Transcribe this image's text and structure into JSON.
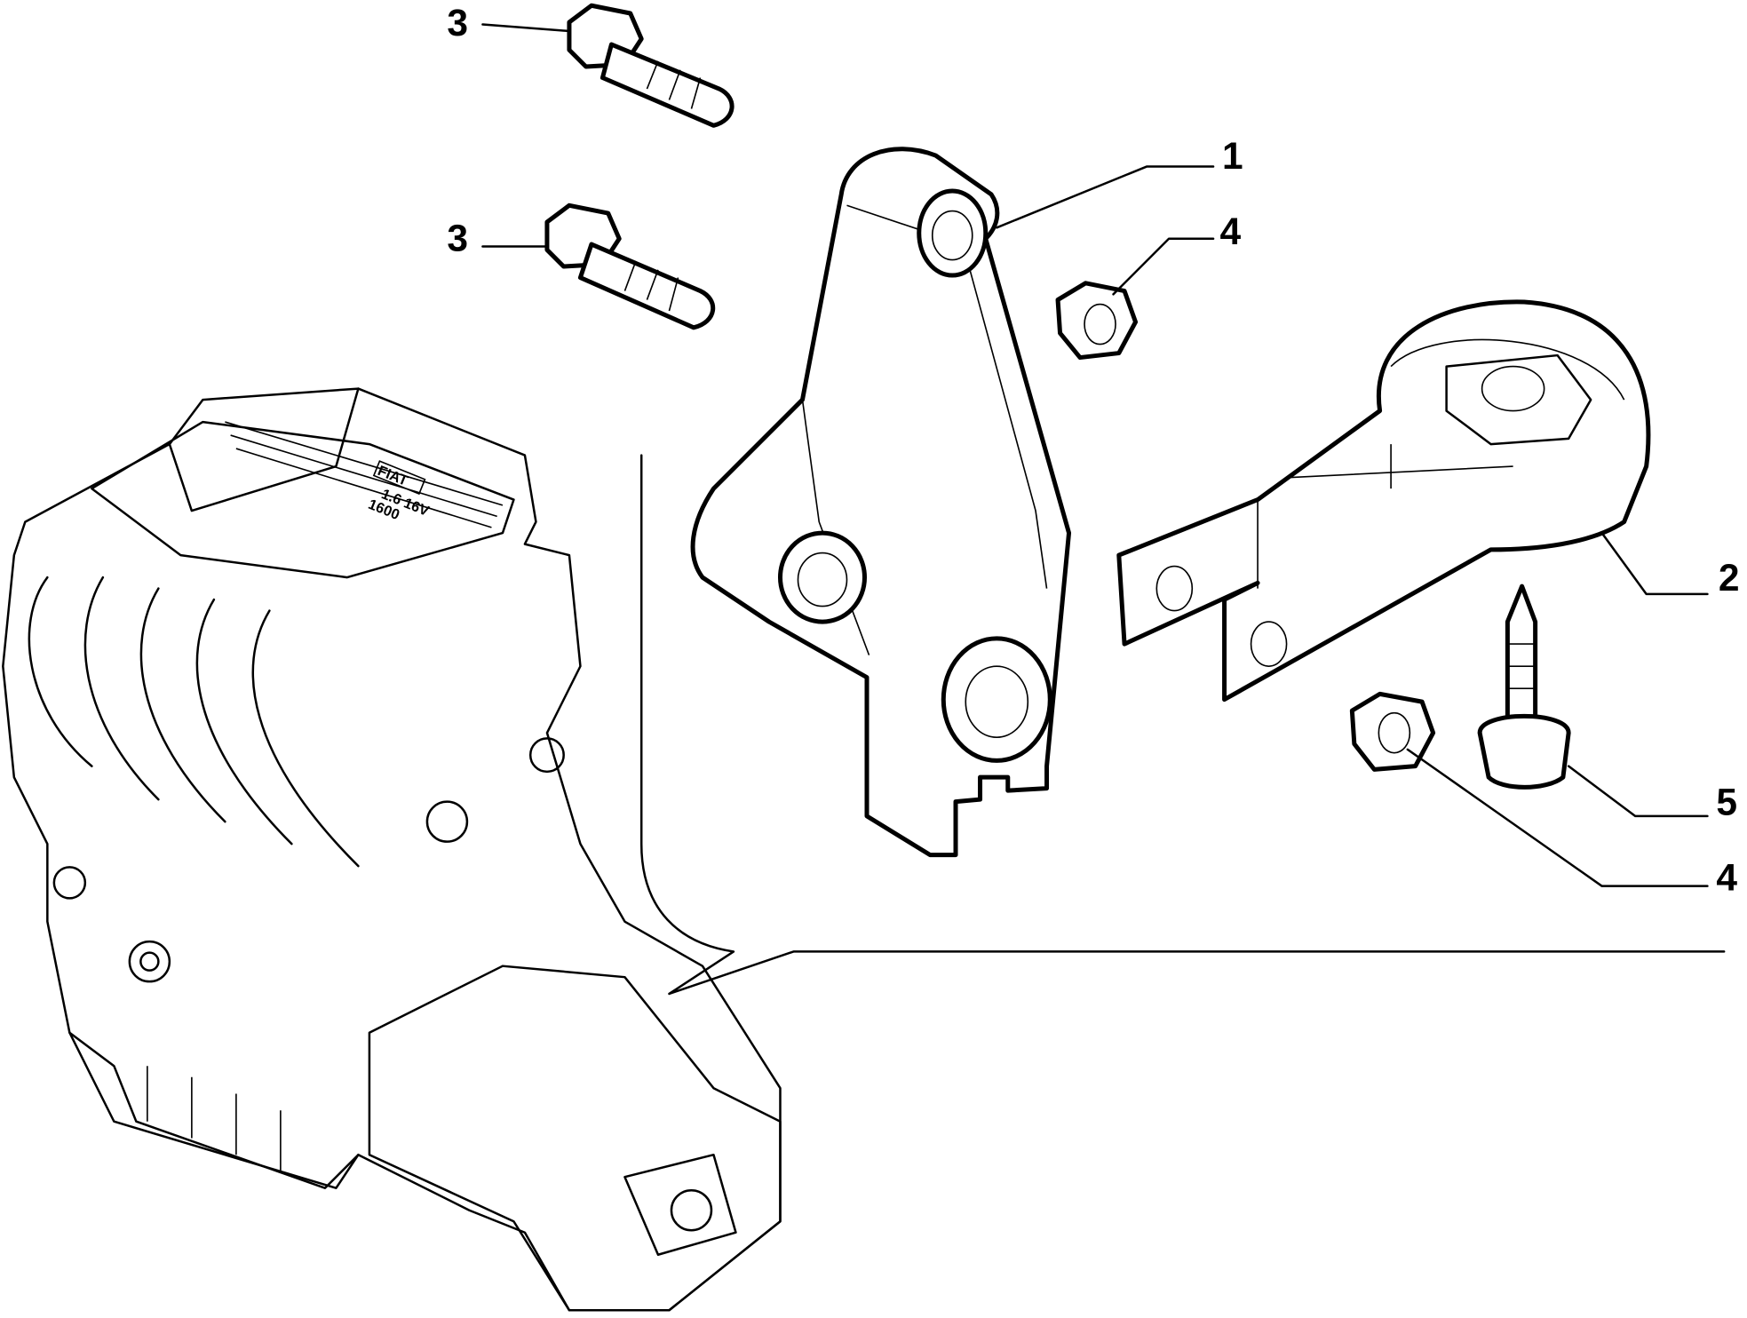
{
  "diagram": {
    "callouts": [
      {
        "id": "bolt-top",
        "number": "3"
      },
      {
        "id": "bolt-middle",
        "number": "3"
      },
      {
        "id": "bracket",
        "number": "1"
      },
      {
        "id": "nut-upper",
        "number": "4"
      },
      {
        "id": "torque-rod-mount",
        "number": "2"
      },
      {
        "id": "mount-bolt",
        "number": "5"
      },
      {
        "id": "nut-lower",
        "number": "4"
      }
    ],
    "engine_logo": {
      "brand": "FIAT",
      "line1": "1.6 16V",
      "line2": "1600"
    },
    "colors": {
      "line": "#000000",
      "background": "#ffffff"
    }
  }
}
